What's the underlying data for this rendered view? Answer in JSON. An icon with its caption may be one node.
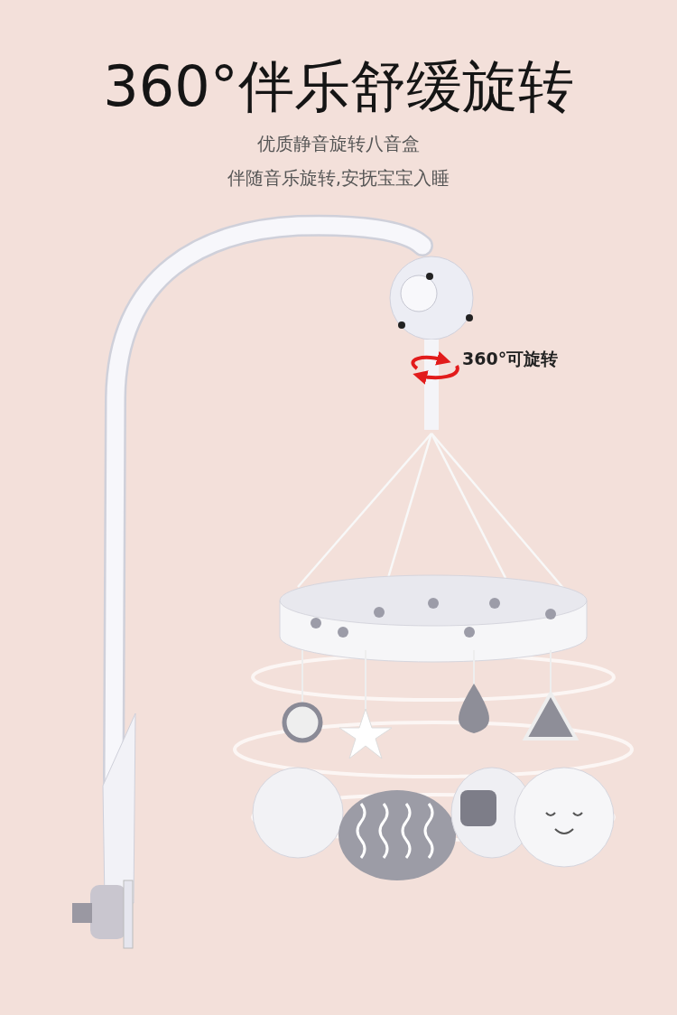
{
  "diagram": {
    "title": "360°伴乐舒缓旋转",
    "labels": [
      "优质静音旋转八音盒",
      "伴随音乐旋转,安抚宝宝入睡",
      "360°可旋转"
    ]
  }
}
